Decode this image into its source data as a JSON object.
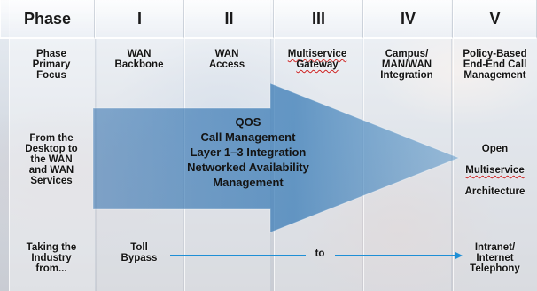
{
  "header": {
    "phase": "Phase",
    "phases": [
      "I",
      "II",
      "III",
      "IV",
      "V"
    ]
  },
  "rows": {
    "focus": {
      "label": "Phase\nPrimary\nFocus",
      "values": [
        "WAN\nBackbone",
        "WAN\nAccess",
        "Multiservice\nGateway",
        "Campus/\nMAN/WAN\nIntegration",
        "Policy-Based\nEnd-End Call\nManagement"
      ]
    },
    "scope": {
      "label": "From the\nDesktop to\nthe WAN\nand WAN\nServices",
      "center_lines": [
        "QOS",
        "Call Management",
        "Layer 1–3 Integration",
        "Networked Availability",
        "Management"
      ],
      "right_line1": "Open",
      "right_line2": "Multiservice",
      "right_line3": "Architecture"
    },
    "industry": {
      "label": "Taking the\nIndustry\nfrom...",
      "start": "Toll\nBypass",
      "connector": "to",
      "end": "Intranet/\nInternet\nTelephony"
    }
  },
  "colors": {
    "big_arrow": "#3f7fb8",
    "connector_line": "#1e8fd6",
    "header_text": "#1a1a1a"
  }
}
